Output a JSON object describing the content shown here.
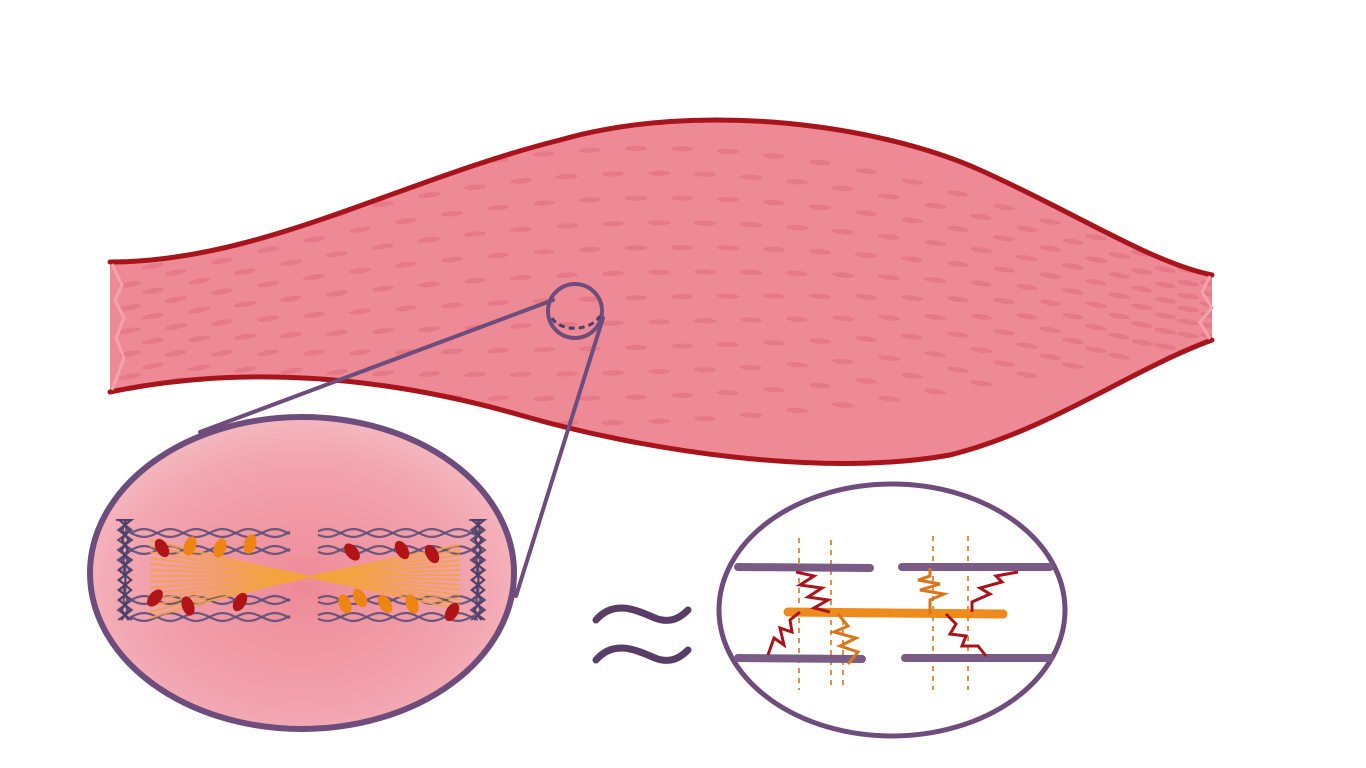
{
  "colors": {
    "muscle_fill": "#ee8a95",
    "muscle_fill_light": "#f3a3ac",
    "muscle_outline": "#a8141c",
    "muscle_streak": "#e06b7c",
    "circle_outline": "#6e4c7c",
    "circle_fill": "#f2a5b0",
    "myosin_head_red": "#b01419",
    "myosin_head_orange": "#ee8412",
    "myosin_filament": "#f3a53a",
    "actin_strand": "#5e4f78",
    "z_disc": "#4a3f6a",
    "model_rod": "#7a5b85",
    "model_center_rod": "#ef8b1c",
    "spring_red": "#a8141c",
    "spring_orange": "#d9761a",
    "approx_symbol": "#5a3d66",
    "guide_dash": "#e0904a"
  },
  "elements": {
    "muscle": "muscle-fiber",
    "magnified": "sarcomere-zoom-circle",
    "approx": "approximately-equal-symbol",
    "model": "spring-model-circle"
  }
}
